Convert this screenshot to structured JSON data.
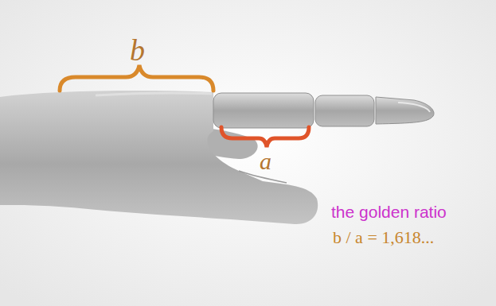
{
  "diagram": {
    "labels": [
      "b",
      "a",
      "the golden ratio",
      "b / a = 1,618..."
    ]
  }
}
